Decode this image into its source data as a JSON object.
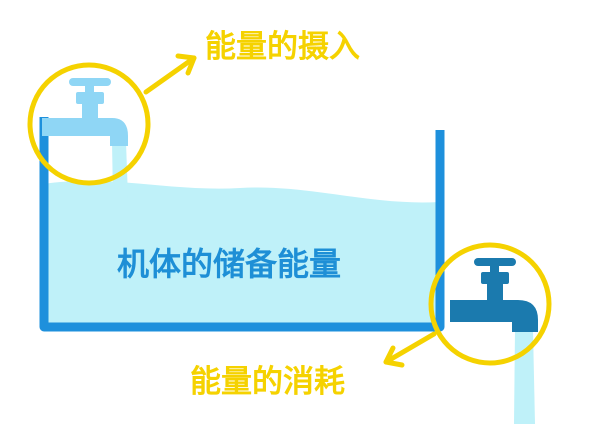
{
  "labels": {
    "intake": "能量的摄入",
    "storage": "机体的储备能量",
    "consumption": "能量的消耗"
  },
  "icons": {
    "inlet": "faucet-icon",
    "outlet": "faucet-icon",
    "intake_arrow": "arrow-up-right-icon",
    "consumption_arrow": "arrow-down-left-icon"
  },
  "colors": {
    "container": "#1E90DC",
    "water": "#BFF1F9",
    "inlet_faucet": "#8FD6F5",
    "outlet_faucet": "#1B7AAE",
    "highlight": "#F5D200",
    "storage_text": "#1E8FD6"
  }
}
